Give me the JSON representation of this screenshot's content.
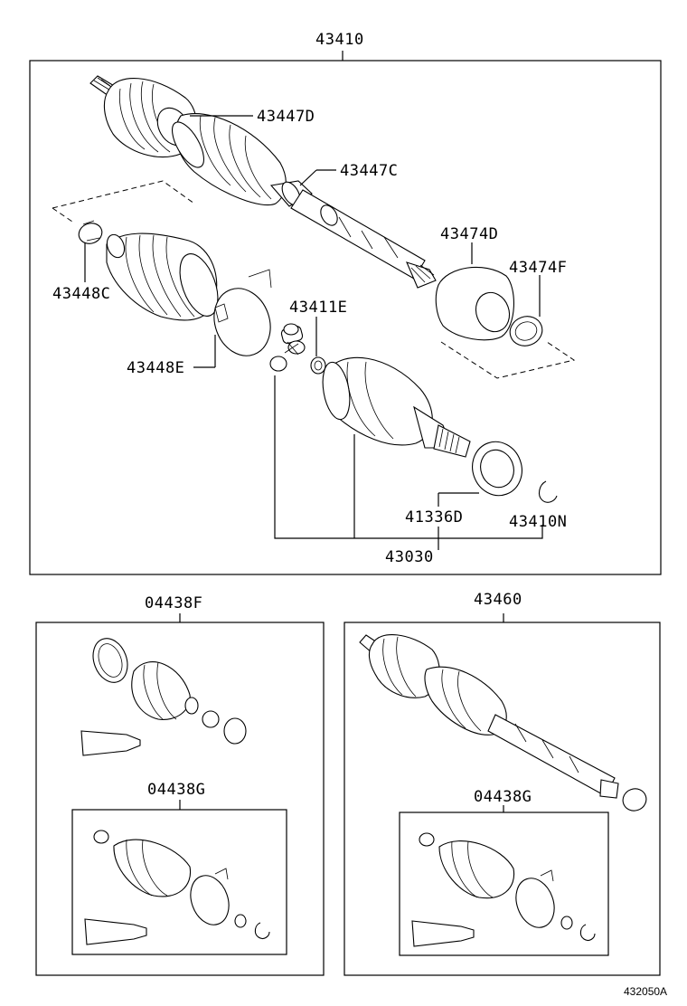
{
  "labels": {
    "p43410": "43410",
    "p43447D": "43447D",
    "p43447C": "43447C",
    "p43474D": "43474D",
    "p43474F": "43474F",
    "p43448C": "43448C",
    "p43411E": "43411E",
    "p43448E": "43448E",
    "p41336D": "41336D",
    "p43410N": "43410N",
    "p43030": "43030",
    "p04438F": "04438F",
    "p04438G_left": "04438G",
    "p43460": "43460",
    "p04438G_right": "04438G"
  },
  "diagram_code": "432050A"
}
